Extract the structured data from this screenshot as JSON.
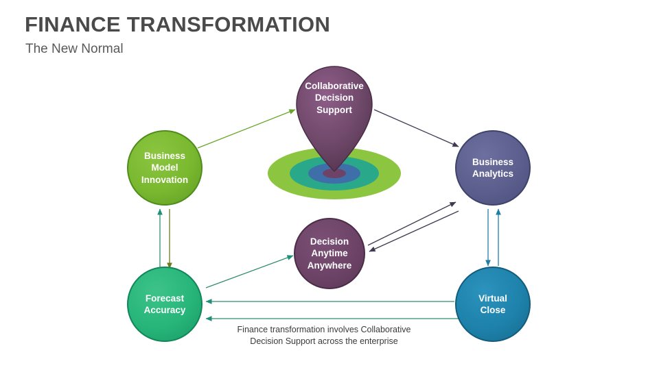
{
  "header": {
    "title": "FINANCE TRANSFORMATION",
    "subtitle": "The New Normal"
  },
  "nodes": {
    "collaborative": {
      "label": "Collaborative Decision Support",
      "line1": "Collaborative",
      "line2": "Decision",
      "line3": "Support",
      "color": "#6d4468"
    },
    "business_model": {
      "label": "Business Model Innovation",
      "line1": "Business",
      "line2": "Model",
      "line3": "Innovation",
      "color": "#79b82f"
    },
    "business_analytics": {
      "label": "Business Analytics",
      "line1": "Business",
      "line2": "Analytics",
      "color": "#5c5f8e"
    },
    "decision_anytime": {
      "label": "Decision Anytime Anywhere",
      "line1": "Decision",
      "line2": "Anytime",
      "line3": "Anywhere",
      "color": "#6d4468"
    },
    "forecast_accuracy": {
      "label": "Forecast Accuracy",
      "line1": "Forecast",
      "line2": "Accuracy",
      "color": "#27b57a"
    },
    "virtual_close": {
      "label": "Virtual Close",
      "line1": "Virtual",
      "line2": "Close",
      "color": "#1e82ab"
    }
  },
  "caption": {
    "line1": "Finance transformation involves Collaborative",
    "line2": "Decision Support across the enterprise"
  },
  "palette": {
    "title_color": "#4a4a4a",
    "subtitle_color": "#59595b",
    "target_outer": "#8cc540",
    "target_mid": "#2aa98a",
    "target_inner": "#3f6fa8",
    "target_core": "#6d4468",
    "background": "#ffffff"
  }
}
